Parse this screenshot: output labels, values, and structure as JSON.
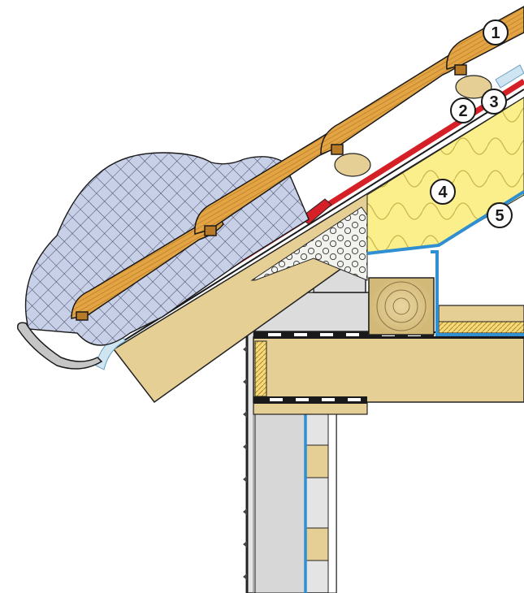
{
  "callouts": [
    {
      "id": "1",
      "label": "1"
    },
    {
      "id": "2",
      "label": "2"
    },
    {
      "id": "3",
      "label": "3"
    },
    {
      "id": "4",
      "label": "4"
    },
    {
      "id": "5",
      "label": "5"
    }
  ],
  "colors": {
    "tile": "#e3a444",
    "tile_dark": "#b87a26",
    "timber": "#e6cf94",
    "timber_dark": "#9c8455",
    "insulation": "#fbef8c",
    "underlay_red": "#d62028",
    "vapour_blue": "#2f8fd0",
    "gutter_mesh": "#c8d0e8",
    "concrete": "#d9d9d9",
    "air": "#cfe6f2"
  }
}
